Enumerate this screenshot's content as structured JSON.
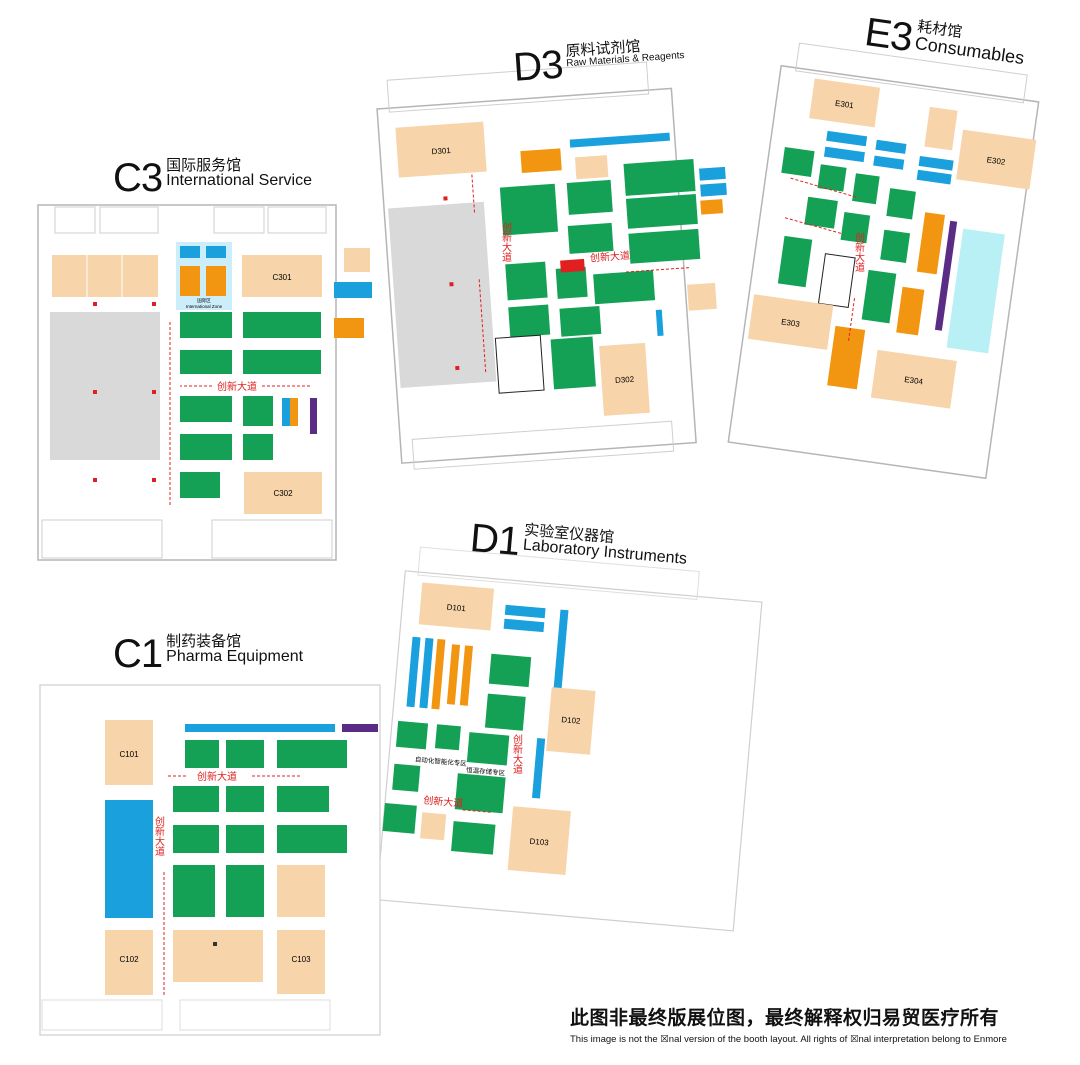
{
  "colors": {
    "zone_beige": "#f7d4a9",
    "booth_green": "#14a155",
    "booth_orange": "#f29612",
    "booth_blue": "#1aa0dd",
    "booth_purple": "#5b2c86",
    "booth_lightblue": "#b9f0f5",
    "booth_gray": "#d8d8d8",
    "aisle_red": "#e02020",
    "wall_gray": "#b5b5b5"
  },
  "halls": [
    {
      "code": "C3",
      "name_cn": "国际服务馆",
      "name_en": "International  Service"
    },
    {
      "code": "D3",
      "name_cn": "原料试剂馆",
      "name_en": "Raw Materials & Reagents"
    },
    {
      "code": "E3",
      "name_cn": "耗材馆",
      "name_en": "Consumables"
    },
    {
      "code": "D1",
      "name_cn": "实验室仪器馆",
      "name_en": "Laboratory Instruments"
    },
    {
      "code": "C1",
      "name_cn": "制药装备馆",
      "name_en": "Pharma Equipment"
    }
  ],
  "zones": {
    "c301": "C301",
    "c302": "C302",
    "d301": "D301",
    "d302": "D302",
    "e301": "E301",
    "e302": "E302",
    "e303": "E303",
    "e304": "E304",
    "d101": "D101",
    "d102": "D102",
    "d103": "D103",
    "c101": "C101",
    "c102": "C102",
    "c103": "C103"
  },
  "zone_labels": {
    "international_zone_cn": "国际区",
    "international_zone_en": "International Zone",
    "automation_zone": "自动化智能化专区",
    "cold_storage_zone": "恒温存储专区"
  },
  "aisle_label": "创新大道",
  "footer": {
    "cn": "此图非最终版展位图，最终解释权归易贸医疗所有",
    "en": "This image is not the ☒nal version of the booth layout. All rights of ☒nal interpretation belong to Enmore"
  }
}
